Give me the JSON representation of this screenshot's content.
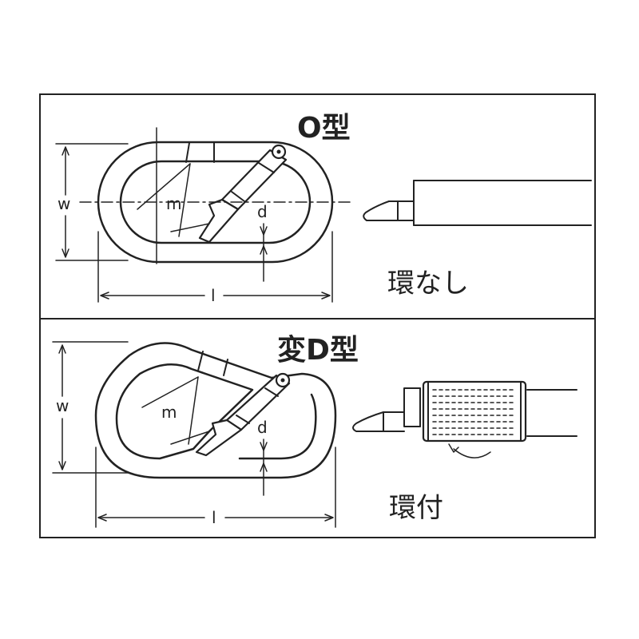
{
  "top": {
    "title": "O型",
    "subtitle": "環なし",
    "dim_w": "w",
    "dim_m": "m",
    "dim_d": "d",
    "dim_l": "l"
  },
  "bottom": {
    "title": "変D型",
    "subtitle": "環付",
    "dim_w": "w",
    "dim_m": "m",
    "dim_d": "d",
    "dim_l": "l"
  },
  "colors": {
    "line": "#222222",
    "background": "#ffffff"
  }
}
